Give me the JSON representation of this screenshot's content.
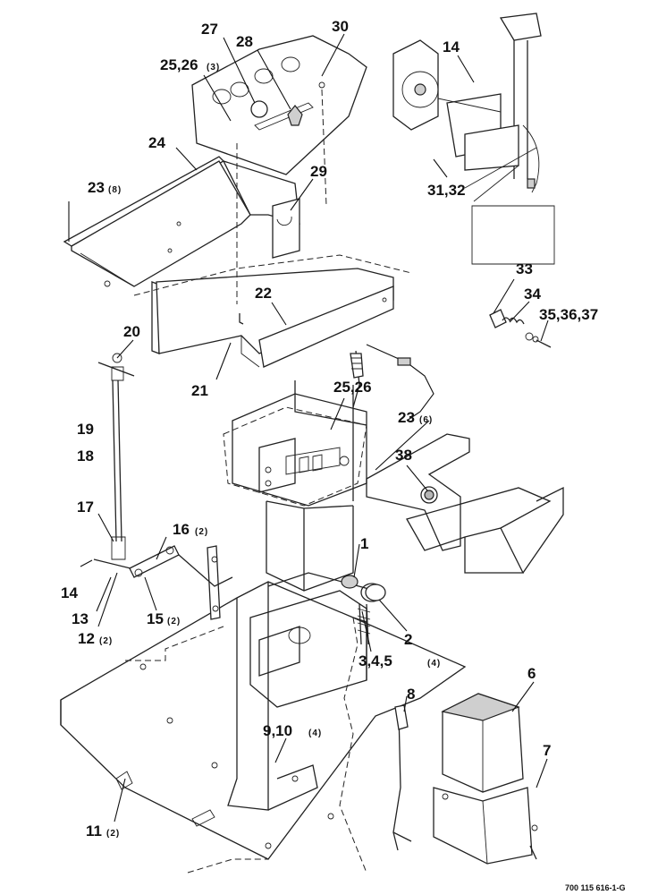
{
  "diagram": {
    "code": "700 115 616-1-G",
    "callouts": [
      {
        "id": "c1",
        "num": "1",
        "qty": ""
      },
      {
        "id": "c2",
        "num": "2",
        "qty": ""
      },
      {
        "id": "c3",
        "num": "3,4,5",
        "qty": "(4)"
      },
      {
        "id": "c6",
        "num": "6",
        "qty": ""
      },
      {
        "id": "c7",
        "num": "7",
        "qty": ""
      },
      {
        "id": "c8",
        "num": "8",
        "qty": ""
      },
      {
        "id": "c9",
        "num": "9,10",
        "qty": "(4)"
      },
      {
        "id": "c11",
        "num": "11",
        "qty": "(2)"
      },
      {
        "id": "c12",
        "num": "12",
        "qty": "(2)"
      },
      {
        "id": "c13",
        "num": "13",
        "qty": ""
      },
      {
        "id": "c14a",
        "num": "14",
        "qty": ""
      },
      {
        "id": "c14b",
        "num": "14",
        "qty": ""
      },
      {
        "id": "c15",
        "num": "15",
        "qty": "(2)"
      },
      {
        "id": "c16",
        "num": "16",
        "qty": "(2)"
      },
      {
        "id": "c17",
        "num": "17",
        "qty": ""
      },
      {
        "id": "c18",
        "num": "18",
        "qty": ""
      },
      {
        "id": "c19",
        "num": "19",
        "qty": ""
      },
      {
        "id": "c20",
        "num": "20",
        "qty": ""
      },
      {
        "id": "c21",
        "num": "21",
        "qty": ""
      },
      {
        "id": "c22",
        "num": "22",
        "qty": ""
      },
      {
        "id": "c23a",
        "num": "23",
        "qty": "(8)"
      },
      {
        "id": "c23b",
        "num": "23",
        "qty": "(6)"
      },
      {
        "id": "c24",
        "num": "24",
        "qty": ""
      },
      {
        "id": "c25a",
        "num": "25,26",
        "qty": "(3)"
      },
      {
        "id": "c25b",
        "num": "25,26",
        "qty": ""
      },
      {
        "id": "c27",
        "num": "27",
        "qty": ""
      },
      {
        "id": "c28",
        "num": "28",
        "qty": ""
      },
      {
        "id": "c29",
        "num": "29",
        "qty": ""
      },
      {
        "id": "c30",
        "num": "30",
        "qty": ""
      },
      {
        "id": "c31",
        "num": "31,32",
        "qty": ""
      },
      {
        "id": "c33",
        "num": "33",
        "qty": ""
      },
      {
        "id": "c34",
        "num": "34",
        "qty": ""
      },
      {
        "id": "c35",
        "num": "35,36,37",
        "qty": ""
      },
      {
        "id": "c38",
        "num": "38",
        "qty": ""
      }
    ]
  }
}
